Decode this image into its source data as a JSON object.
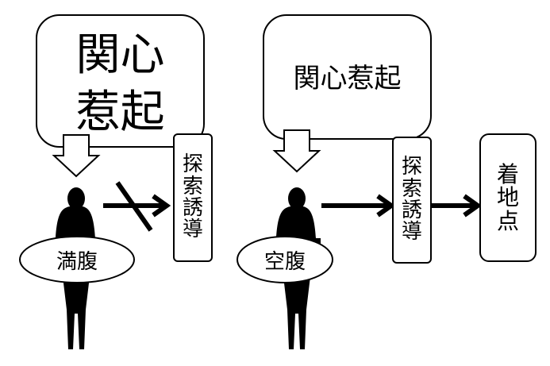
{
  "left": {
    "interest_line1": "関心",
    "interest_line2": "惹起",
    "explore": [
      "探",
      "索",
      "誘",
      "導"
    ],
    "state": "満腹"
  },
  "right": {
    "interest": "関心惹起",
    "explore": [
      "探",
      "索",
      "誘",
      "導"
    ],
    "landing": [
      "着",
      "地",
      "点"
    ],
    "state": "空腹"
  }
}
